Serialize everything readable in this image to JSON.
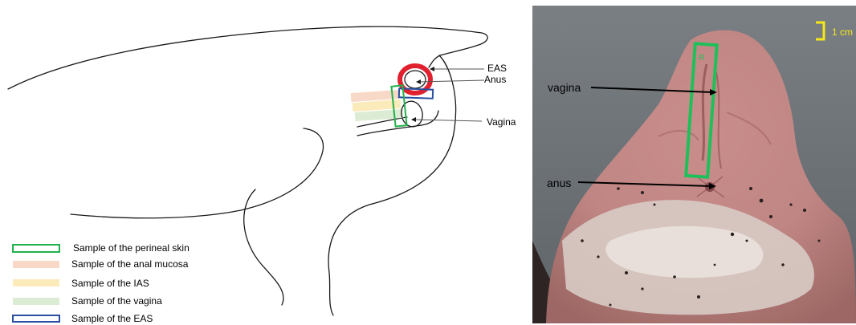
{
  "schematic": {
    "labels": {
      "eas": "EAS",
      "anus": "Anus",
      "vagina": "Vagina"
    },
    "colors": {
      "eas_ring": "#e0202e",
      "outline": "#1a1a1a"
    }
  },
  "legend": {
    "items": [
      {
        "label": "Sample of the perineal skin",
        "style": "outline",
        "color": "#22b14c"
      },
      {
        "label": "Sample of the anal mucosa",
        "style": "fill",
        "color": "#f8d9c8"
      },
      {
        "label": "Sample of the IAS",
        "style": "fill",
        "color": "#fbeaba"
      },
      {
        "label": "Sample of the vagina",
        "style": "fill",
        "color": "#dcebd3"
      },
      {
        "label": "Sample of the EAS",
        "style": "outline",
        "color": "#2a4fa0"
      }
    ]
  },
  "photo": {
    "labels": {
      "vagina": "vagina",
      "anus": "anus",
      "scale": "1 cm"
    },
    "colors": {
      "sample_box": "#1fbf5a",
      "scale_bar": "#f5e81a"
    }
  }
}
